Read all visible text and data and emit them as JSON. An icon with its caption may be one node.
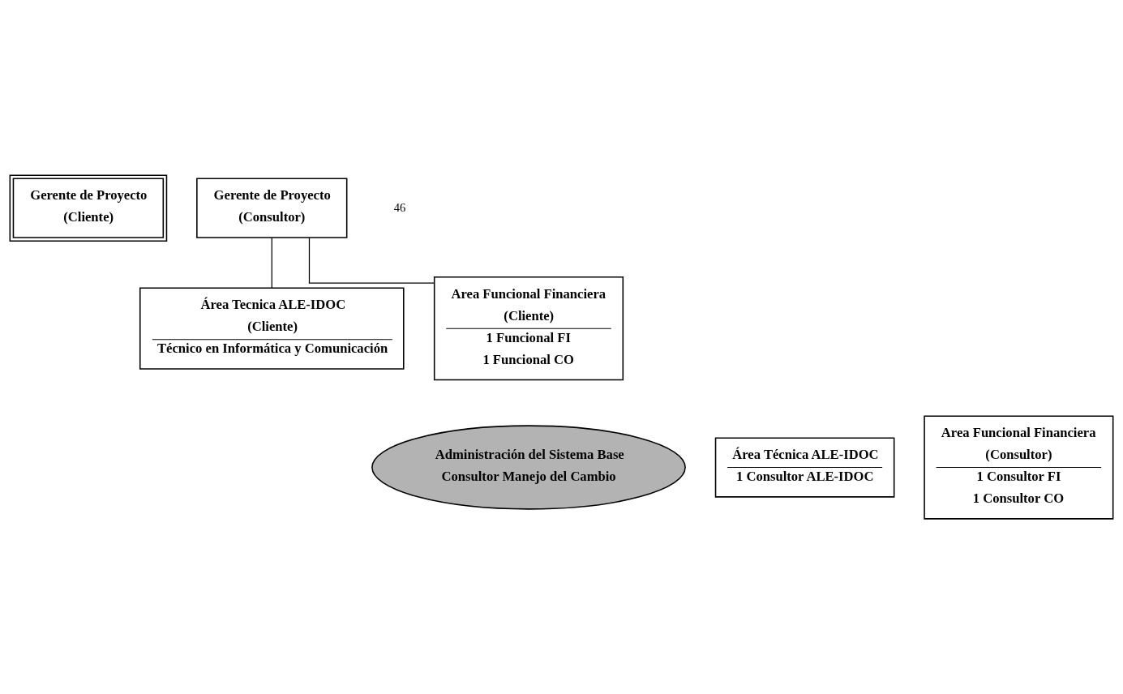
{
  "diagram": {
    "nodes": [
      {
        "text": [
          "Gerente de Proyecto",
          "(Cliente)"
        ]
      },
      {
        "text": [
          "Gerente de Proyecto",
          "(Consultor)"
        ]
      },
      {
        "text": [
          "Área Tecnica ALE-IDOC",
          "(Cliente)",
          "Técnico en Informática y Comunicación"
        ]
      },
      {
        "text": [
          "Area Funcional Financiera",
          "(Cliente)",
          "1 Funcional FI",
          "1 Funcional CO"
        ]
      },
      {
        "text": [
          "Administración del Sistema Base",
          "Consultor Manejo del Cambio"
        ]
      },
      {
        "text": [
          "Área Técnica ALE-IDOC",
          "1 Consultor ALE-IDOC"
        ]
      },
      {
        "text": [
          "Area Funcional Financiera",
          "(Consultor)",
          "1 Consultor FI",
          "1 Consultor CO"
        ]
      }
    ],
    "edges": [
      {
        "from": 1,
        "to": 2,
        "arrow": "none"
      },
      {
        "from": 1,
        "to": 3,
        "arrow": "none"
      }
    ],
    "labels": [
      "46"
    ]
  }
}
